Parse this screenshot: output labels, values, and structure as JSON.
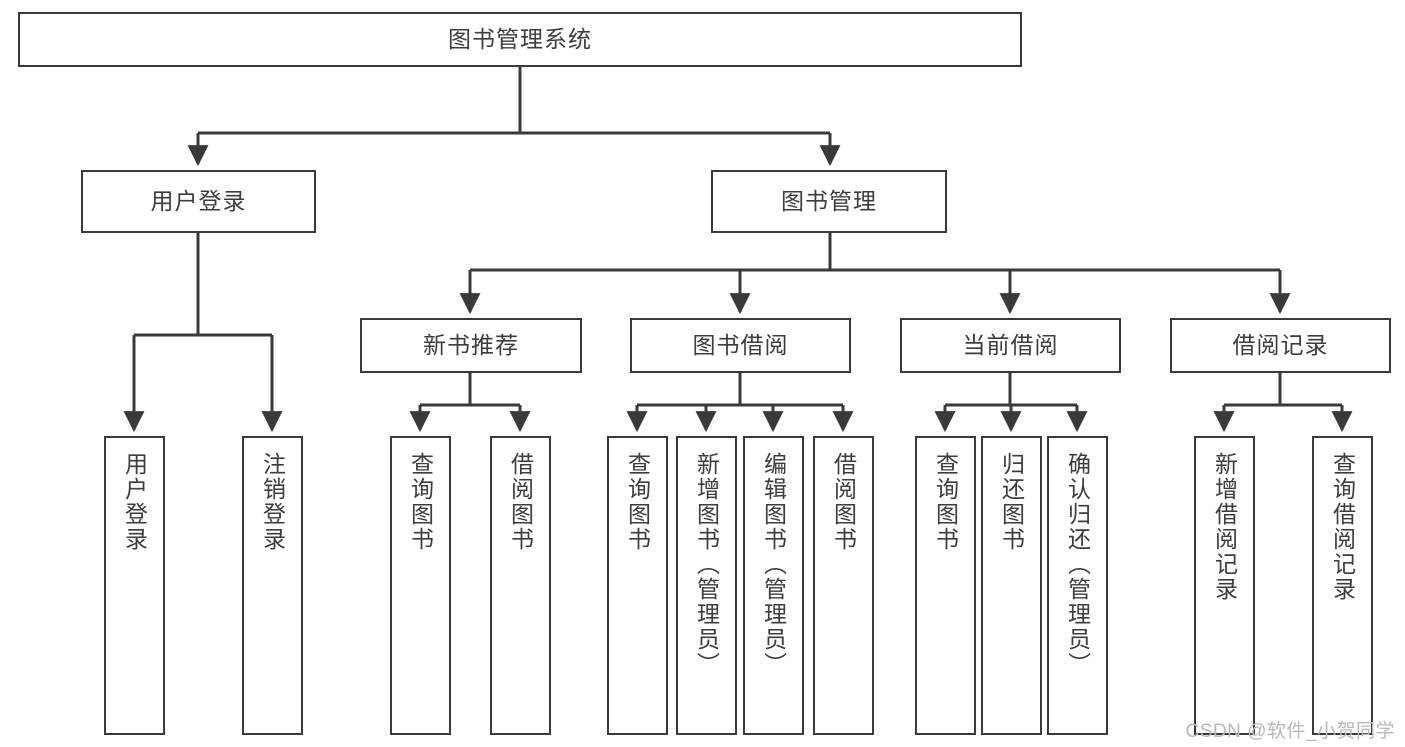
{
  "diagram": {
    "type": "tree",
    "title": "图书管理系统",
    "root": {
      "label": "图书管理系统"
    },
    "level2": [
      {
        "label": "用户登录"
      },
      {
        "label": "图书管理"
      }
    ],
    "level3": [
      {
        "label": "新书推荐"
      },
      {
        "label": "图书借阅"
      },
      {
        "label": "当前借阅"
      },
      {
        "label": "借阅记录"
      }
    ],
    "leaves": {
      "user_login": [
        {
          "label": "用户登录"
        },
        {
          "label": "注销登录"
        }
      ],
      "new_book_recommend": [
        {
          "label": "查询图书"
        },
        {
          "label": "借阅图书"
        }
      ],
      "book_borrow": [
        {
          "label": "查询图书"
        },
        {
          "label": "新增图书（管理员）"
        },
        {
          "label": "编辑图书（管理员）"
        },
        {
          "label": "借阅图书"
        }
      ],
      "current_borrow": [
        {
          "label": "查询图书"
        },
        {
          "label": "归还图书"
        },
        {
          "label": "确认归还（管理员）"
        }
      ],
      "borrow_record": [
        {
          "label": "新增借阅记录"
        },
        {
          "label": "查询借阅记录"
        }
      ]
    },
    "colors": {
      "line": "#3a3a3a",
      "box_border": "#3a3a3a",
      "box_fill": "#ffffff",
      "text": "#3d3d3d",
      "watermark": "#b9b9b9",
      "background": "#ffffff"
    }
  },
  "watermark": {
    "text": "CSDN @软件_小贺同学"
  }
}
